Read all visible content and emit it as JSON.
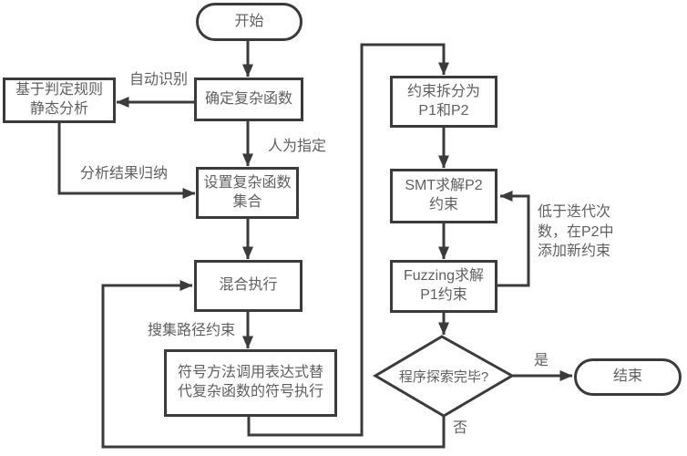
{
  "diagram": {
    "type": "flowchart",
    "colors": {
      "line": "#3b3b3b",
      "node_border": "#3b3b3b",
      "text": "#5f5f5f",
      "background": "#ffffff"
    },
    "nodes": {
      "start": {
        "label": "开始",
        "shape": "terminal"
      },
      "determine_complex_fn": {
        "label": "确定复杂函数",
        "shape": "process"
      },
      "static_analysis": {
        "label": "基于判定规则\n静态分析",
        "shape": "process"
      },
      "set_complex_fn_collection": {
        "label": "设置复杂函数\n集合",
        "shape": "process"
      },
      "hybrid_execution": {
        "label": "混合执行",
        "shape": "process"
      },
      "symbolic_substitute": {
        "label": "符号方法调用表达式替\n代复杂函数的符号执行",
        "shape": "process"
      },
      "constraint_split": {
        "label": "约束拆分为\nP1和P2",
        "shape": "process"
      },
      "smt_solve_p2": {
        "label": "SMT求解P2\n约束",
        "shape": "process"
      },
      "fuzzing_solve_p1": {
        "label": "Fuzzing求解\nP1约束",
        "shape": "process"
      },
      "exploration_done": {
        "label": "程序探索完毕?",
        "shape": "decision"
      },
      "end": {
        "label": "结束",
        "shape": "terminal"
      }
    },
    "edge_labels": {
      "auto_identify": "自动识别",
      "manual_specify": "人为指定",
      "analysis_summary": "分析结果归纳",
      "collect_path_constraints": "搜集路径约束",
      "below_iteration_count": "低于迭代次\n数，在P2中\n添加新约束",
      "yes": "是",
      "no": "否"
    }
  }
}
